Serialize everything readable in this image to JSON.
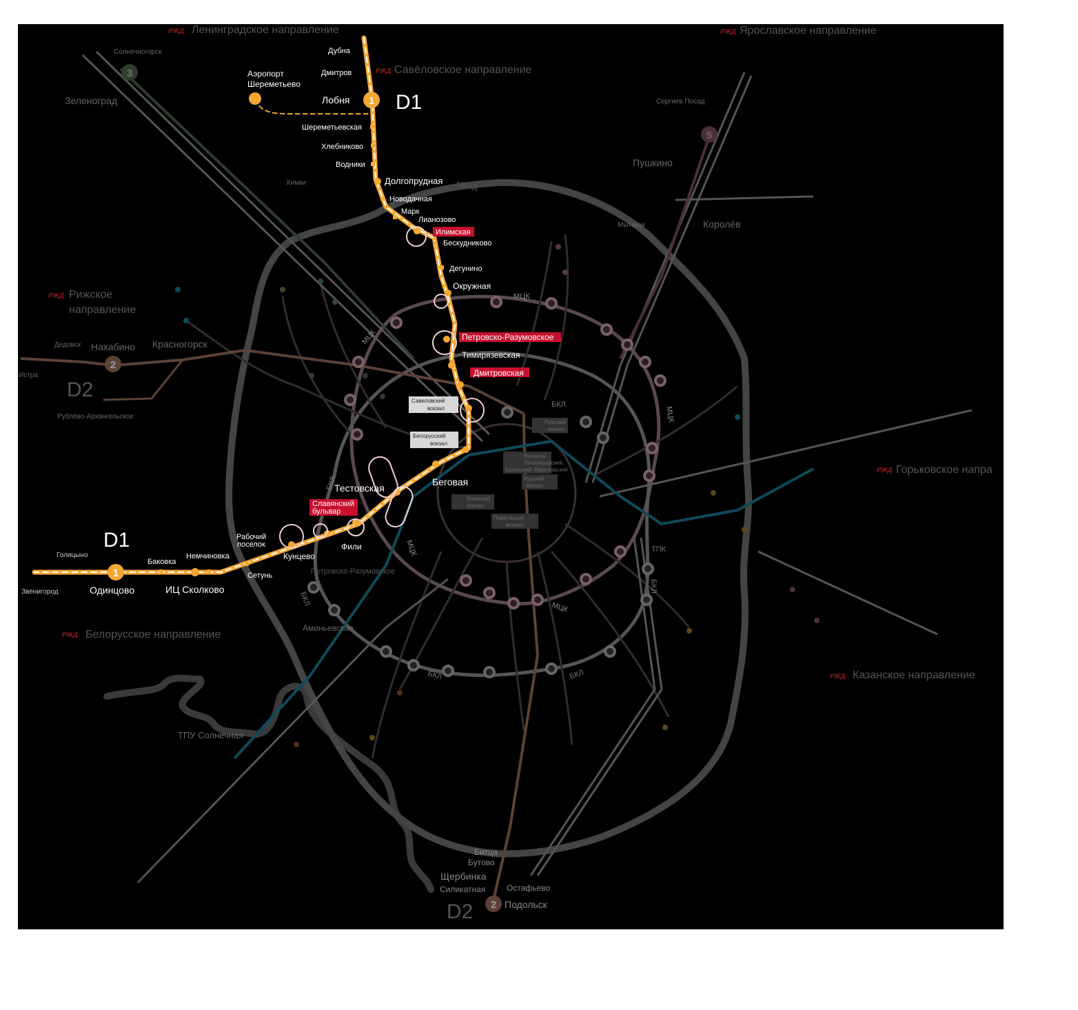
{
  "map": {
    "colors": {
      "background": "#000000",
      "d1_orange": "#f5a733",
      "d2_brown": "#6b4a3b",
      "highlight_red": "#c8102e",
      "ring_grey": "#4a4a4a",
      "mcc_pink": "#6b4f55",
      "rzd_red": "#8c1c1c"
    },
    "directions": {
      "leningrad": "Ленинградское направление",
      "yaroslavl": "Ярославское направление",
      "savelovo": "Савёловское направление",
      "riga_1": "Рижское",
      "riga_2": "направление",
      "gorky": "Горьковское напра",
      "belarus": "Белорусское направление",
      "kazan": "Казанское направление"
    },
    "rzd_logo": "РЖД",
    "d_labels": {
      "d1_north": "D1",
      "d1_west": "D1",
      "d2_west": "D2",
      "d2_south": "D2"
    },
    "route_numbers": {
      "d1": "1",
      "d2": "2",
      "d3": "3",
      "d5": "5"
    },
    "towns": {
      "solnechnogorsk": "Солнечногорск",
      "zelenograd": "Зеленоград",
      "khimki": "Химки",
      "sergiev_posad": "Сергиев Посад",
      "pushkino": "Пушкино",
      "mytishchi": "Мытищи",
      "korolev": "Королёв",
      "dedovsk": "Дедовск",
      "nakhabino": "Нахабино",
      "krasnogorsk": "Красногорск",
      "istra": "Истра",
      "rublevo": "Рублёво-Архангельское",
      "tpu_solntsevo": "ТПУ Солнечная",
      "golitsyno": "Голицыно",
      "zvenigorod": "Звенигород",
      "bitsa": "Битца",
      "butovo": "Бутово",
      "shcherbinka": "Щербинка",
      "silikatnaya": "Силикатная",
      "ostafyevo": "Остафьево",
      "podolsk": "Подольск",
      "aminyevskaya": "Аминьевская",
      "petrovsko_zapad": "Петровско-Разумовское"
    },
    "d1_north_stations": {
      "dubna": "Дубна",
      "dmitrov": "Дмитров",
      "airport_1": "Аэропорт",
      "airport_2": "Шереметьево",
      "lobnya": "Лобня",
      "sheremetyevskaya": "Шереметьевская",
      "khlebnikovo": "Хлебниково",
      "vodniki": "Водники",
      "dolgoprudnaya": "Долгопрудная",
      "novodachnaya": "Новодачная",
      "mark": "Марк",
      "lianozovo": "Лианозово",
      "ilimskaya": "Илимская",
      "beskudnikovo": "Бескудниково",
      "degunino": "Дегунино",
      "okruzhnaya": "Окружная",
      "petrovsko": "Петровско-Разумовское",
      "timiryazevskaya": "Тимирязевская",
      "dmitrovskaya": "Дмитровская"
    },
    "terminals": {
      "savelovsky_1": "Савеловский",
      "savelovsky_2": "вокзал",
      "belorussky_1": "Белорусский",
      "belorussky_2": "вокзал",
      "rizhsky_1": "Рижский",
      "rizhsky_2": "вокзал",
      "vokzaly_1": "Вокзалы",
      "vokzaly_2": "Ленинградский,",
      "vokzaly_3": "Казанский, Ярославский",
      "kursky_1": "Курский",
      "kursky_2": "вокзал",
      "kievsky_1": "Киевский",
      "kievsky_2": "вокзал",
      "paveletsky_1": "Павелецкий",
      "paveletsky_2": "вокзал"
    },
    "d1_west_stations": {
      "testovskaya": "Тестовская",
      "begovaya": "Беговая",
      "slavyansky_1": "Славянский",
      "slavyansky_2": "бульвар",
      "fili": "Фили",
      "rabochy_1": "Рабочий",
      "rabochy_2": "поселок",
      "kuntsevo": "Кунцево",
      "setun": "Сетунь",
      "nemchinovka": "Немчиновка",
      "bakovka": "Баковка",
      "odintsovo": "Одинцово",
      "skolkovo": "ИЦ Сколково"
    },
    "ring_labels": {
      "mkad": "МКАД",
      "mcc": "МЦК",
      "bkl": "БКЛ",
      "tpk": "ТПК"
    }
  }
}
